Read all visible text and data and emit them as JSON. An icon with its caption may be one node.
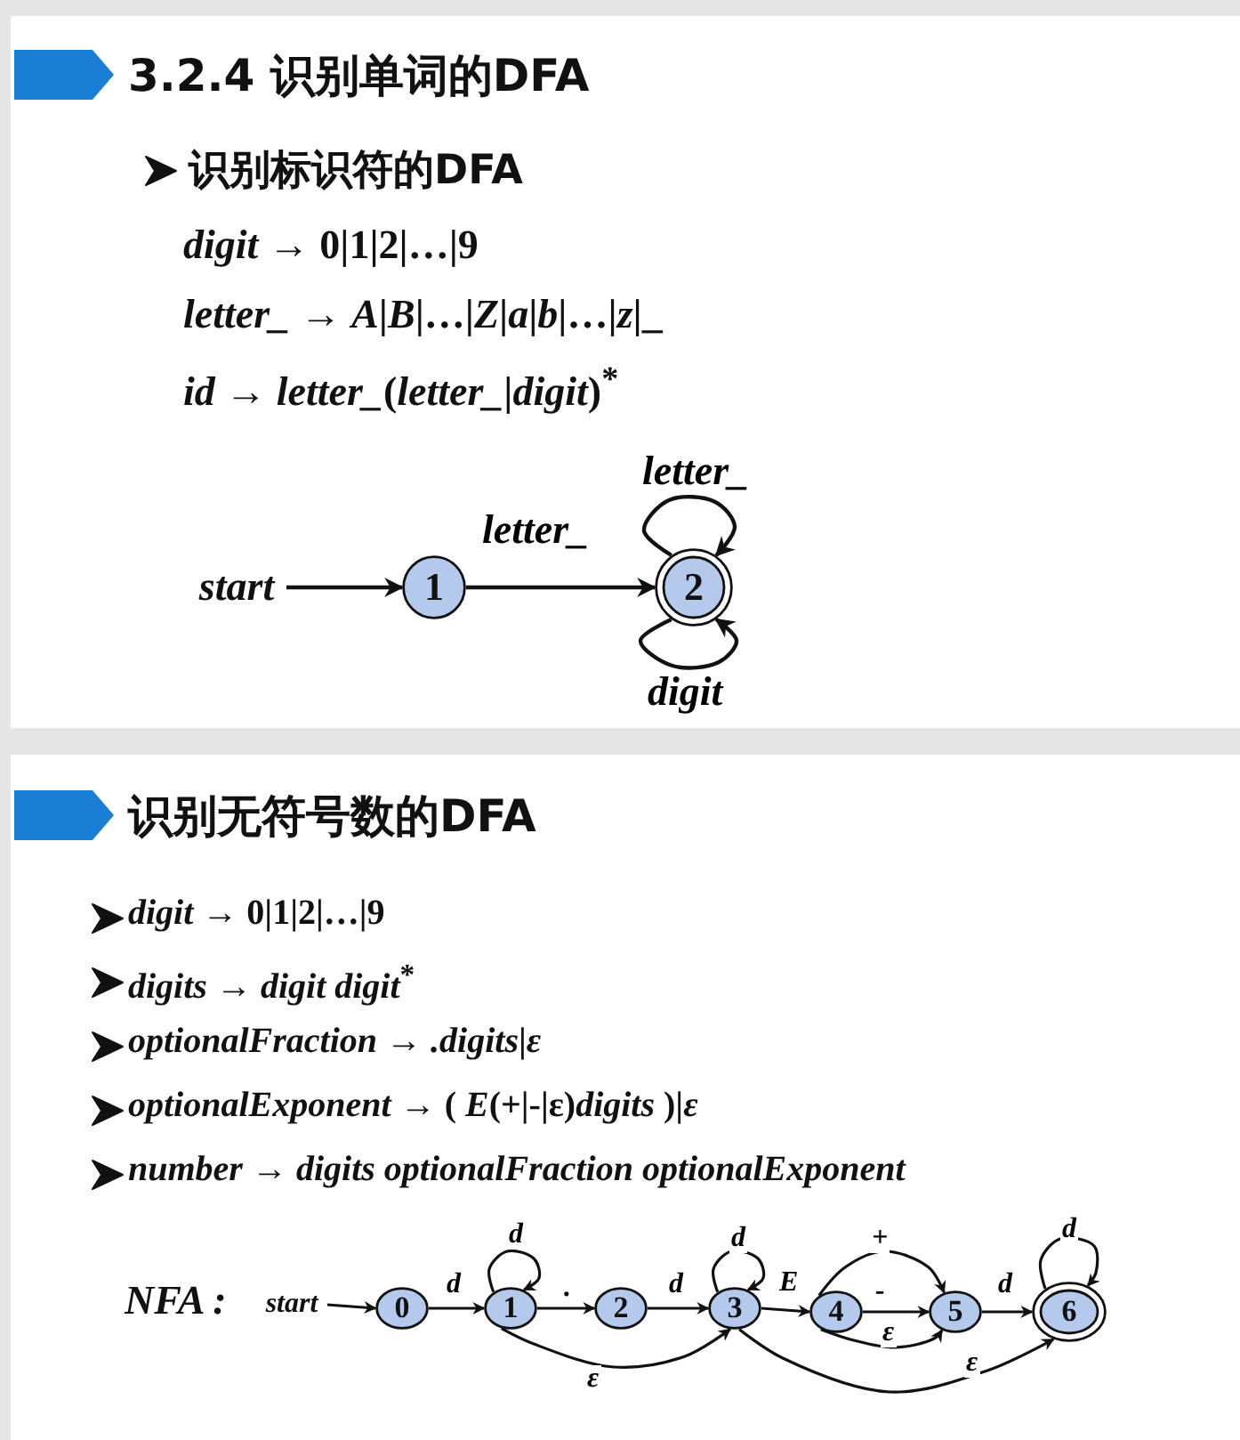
{
  "diagram": {
    "title": "3.2.4 识别单词的DFA",
    "nodes": [
      {
        "text": [
          "start"
        ]
      },
      {
        "text": [
          "1"
        ]
      },
      {
        "text": [
          "2"
        ]
      },
      {
        "text": [
          "start"
        ]
      },
      {
        "text": [
          "0"
        ]
      },
      {
        "text": [
          "1"
        ]
      },
      {
        "text": [
          "2"
        ]
      },
      {
        "text": [
          "3"
        ]
      },
      {
        "text": [
          "4"
        ]
      },
      {
        "text": [
          "5"
        ]
      },
      {
        "text": [
          "6"
        ]
      }
    ],
    "edges": [
      {
        "from": 0,
        "to": 1,
        "arrow": "to"
      },
      {
        "from": 1,
        "to": 2,
        "arrow": "to",
        "label": "letter_"
      },
      {
        "from": 2,
        "to": 2,
        "arrow": "to",
        "label": "letter_"
      },
      {
        "from": 2,
        "to": 2,
        "arrow": "to",
        "label": "digit"
      },
      {
        "from": 3,
        "to": 4,
        "arrow": "to"
      },
      {
        "from": 4,
        "to": 5,
        "arrow": "to",
        "label": "d"
      },
      {
        "from": 5,
        "to": 5,
        "arrow": "to",
        "label": "d"
      },
      {
        "from": 5,
        "to": 6,
        "arrow": "to",
        "label": "."
      },
      {
        "from": 6,
        "to": 7,
        "arrow": "to",
        "label": "d"
      },
      {
        "from": 7,
        "to": 7,
        "arrow": "to",
        "label": "d"
      },
      {
        "from": 7,
        "to": 8,
        "arrow": "to",
        "label": "E"
      },
      {
        "from": 8,
        "to": 9,
        "arrow": "to",
        "label": "+"
      },
      {
        "from": 8,
        "to": 9,
        "arrow": "to",
        "label": "-"
      },
      {
        "from": 8,
        "to": 9,
        "arrow": "to",
        "label": "ε"
      },
      {
        "from": 9,
        "to": 10,
        "arrow": "to",
        "label": "d"
      },
      {
        "from": 10,
        "to": 10,
        "arrow": "to",
        "label": "d"
      },
      {
        "from": 5,
        "to": 7,
        "arrow": "to",
        "label": "ε"
      },
      {
        "from": 7,
        "to": 10,
        "arrow": "to",
        "label": "ε"
      }
    ],
    "labels": [
      "识别标识符的DFA",
      "*digit* → 0|1|2|…|9",
      "*letter_* → *A*|*B*|…|*Z*|*a*|*b*|…|*z*|_",
      "*id* → *letter_*(*letter_*|*digit*)$^{*}$",
      "识别无符号数的DFA",
      "*digit* → 0|1|2|…|9",
      "*digits* → *digit digit*$^{*}$",
      "*optionalFraction* → *.digits*|*ε*",
      "*optionalExponent* → ( *E*(+|-|ε)*digits* )|*ε*",
      "*number* → *digits  optionalFraction  optionalExponent*",
      "NFA :"
    ]
  }
}
